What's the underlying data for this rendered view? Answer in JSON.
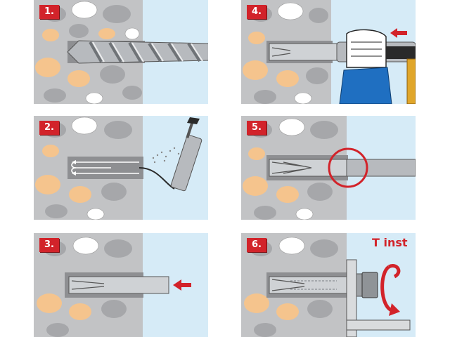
{
  "steps": [
    {
      "number": "1.",
      "action": "drill"
    },
    {
      "number": "2.",
      "action": "blow-out"
    },
    {
      "number": "3.",
      "action": "insert"
    },
    {
      "number": "4.",
      "action": "hammer"
    },
    {
      "number": "5.",
      "action": "check-flush"
    },
    {
      "number": "6.",
      "action": "tighten"
    }
  ],
  "torque_label": "T inst",
  "colors": {
    "badge": "#d2232a",
    "concrete": "#c2c3c5",
    "stone_dark": "#a6a7aa",
    "stone_light": "#ffffff",
    "stone_sand": "#f5c48d",
    "sky": "#d6ebf7",
    "steel": "#b7babe",
    "accent": "#d2232a",
    "sleeve_blue": "#1f6fc1",
    "handle_wood": "#e0a62a"
  },
  "icons": [
    "drill-bit-icon",
    "blow-pump-icon",
    "anchor-icon",
    "hammer-icon",
    "hand-icon",
    "check-circle-icon",
    "torque-arrow-icon",
    "wrench-nut-icon",
    "push-arrow-icon"
  ]
}
